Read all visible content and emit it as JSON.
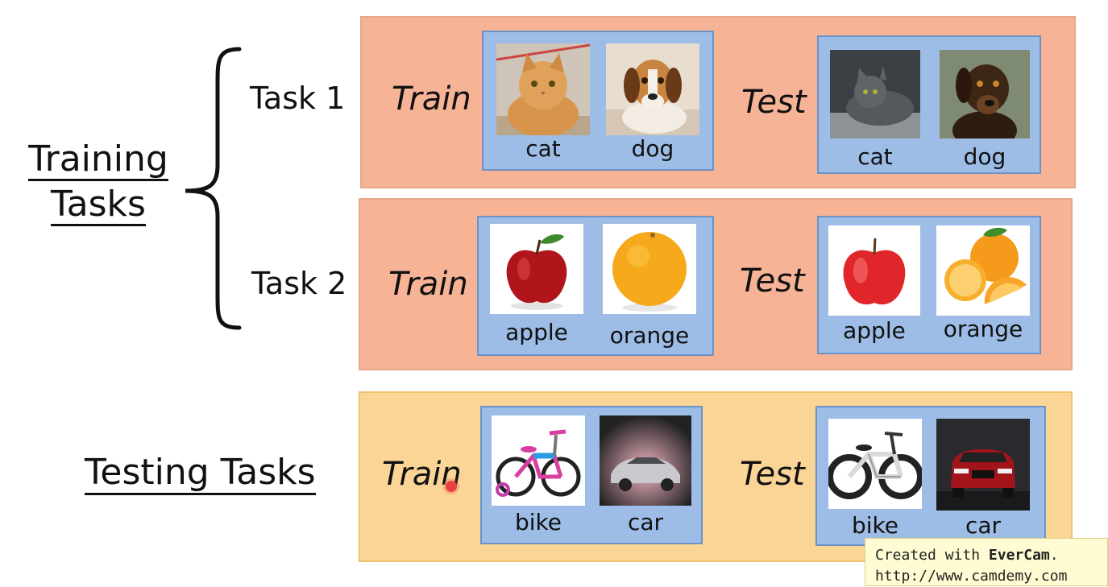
{
  "labels": {
    "training_line1": "Training",
    "training_line2": "Tasks",
    "testing": "Testing Tasks",
    "task1": "Task 1",
    "task2": "Task 2",
    "train": "Train",
    "test": "Test"
  },
  "tasks": {
    "task1": {
      "train": [
        {
          "label": "cat",
          "icon": "cat-photo"
        },
        {
          "label": "dog",
          "icon": "dog-photo"
        }
      ],
      "test": [
        {
          "label": "cat",
          "icon": "cat-photo"
        },
        {
          "label": "dog",
          "icon": "dog-photo"
        }
      ]
    },
    "task2": {
      "train": [
        {
          "label": "apple",
          "icon": "apple-photo"
        },
        {
          "label": "orange",
          "icon": "orange-photo"
        }
      ],
      "test": [
        {
          "label": "apple",
          "icon": "apple-photo"
        },
        {
          "label": "orange",
          "icon": "orange-slices-photo"
        }
      ]
    },
    "testing": {
      "train": [
        {
          "label": "bike",
          "icon": "kids-bike-photo"
        },
        {
          "label": "car",
          "icon": "car-photo"
        }
      ],
      "test": [
        {
          "label": "bike",
          "icon": "mountain-bike-photo"
        },
        {
          "label": "car",
          "icon": "suv-photo"
        }
      ]
    }
  },
  "colors": {
    "training_panel": "#f6b396",
    "testing_panel": "#fbd596",
    "set_box": "#9dbde6"
  },
  "watermark": {
    "line1_prefix": "Created with ",
    "line1_brand": "EverCam",
    "line1_suffix": ".",
    "line2": "http://www.camdemy.com"
  }
}
